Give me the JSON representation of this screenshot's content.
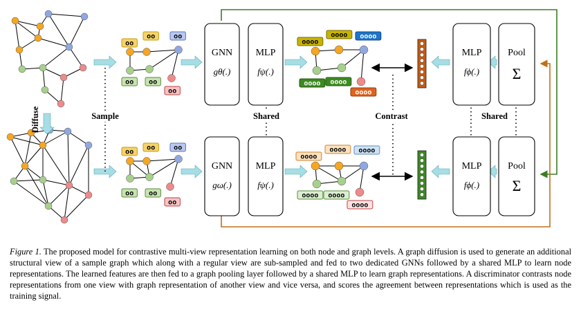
{
  "labels": {
    "diffuse": "Diffuse",
    "sample": "Sample",
    "shared": "Shared",
    "contrast": "Contrast"
  },
  "modules": {
    "gnn": "GNN",
    "mlp": "MLP",
    "pool": "Pool",
    "g_theta": "gθ(.)",
    "g_omega": "gω(.)",
    "f_psi": "fψ(.)",
    "f_phi": "fϕ(.)",
    "sum": "Σ"
  },
  "feature_glyph_short": "oo",
  "feature_glyph_long": "oooo",
  "caption": {
    "label": "Figure 1.",
    "text": " The proposed model for contrastive multi-view representation learning on both node and graph levels. A graph diffusion is used to generate an additional structural view of a sample graph which along with a regular view are sub-sampled and fed to two dedicated GNNs followed by a shared MLP to learn node representations. The learned features are then fed to a graph pooling layer followed by a shared MLP to learn graph representations. A discriminator contrasts node representations from one view with graph representation of another view and vice versa, and scores the agreement between representations which is used as the training signal."
  },
  "colors": {
    "orange": "#f5a623",
    "blue": "#90a8e0",
    "green": "#a8d08d",
    "red": "#ef8a8a",
    "arrow": "#a7dde4",
    "line_green": "#3b7d23",
    "line_orange": "#c0701a",
    "vec_orange": "#c85a12",
    "vec_green": "#3c8a22"
  }
}
